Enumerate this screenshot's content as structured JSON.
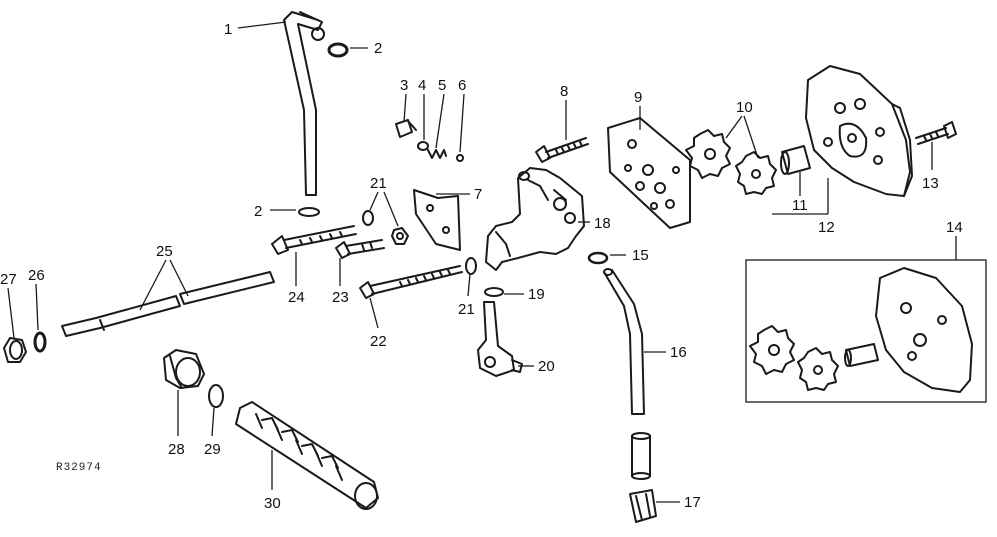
{
  "drawing_id": "R32974",
  "callouts": {
    "c1": "1",
    "c2a": "2",
    "c2b": "2",
    "c3": "3",
    "c4": "4",
    "c5": "5",
    "c6": "6",
    "c7": "7",
    "c8": "8",
    "c9": "9",
    "c10a": "10",
    "c10b": "10",
    "c11": "11",
    "c12": "12",
    "c13": "13",
    "c14": "14",
    "c15": "15",
    "c16": "16",
    "c17": "17",
    "c18": "18",
    "c19": "19",
    "c20": "20",
    "c21a": "21",
    "c21b": "21",
    "c22": "22",
    "c23": "23",
    "c24": "24",
    "c25": "25",
    "c26": "26",
    "c27": "27",
    "c28": "28",
    "c29": "29",
    "c30": "30"
  }
}
